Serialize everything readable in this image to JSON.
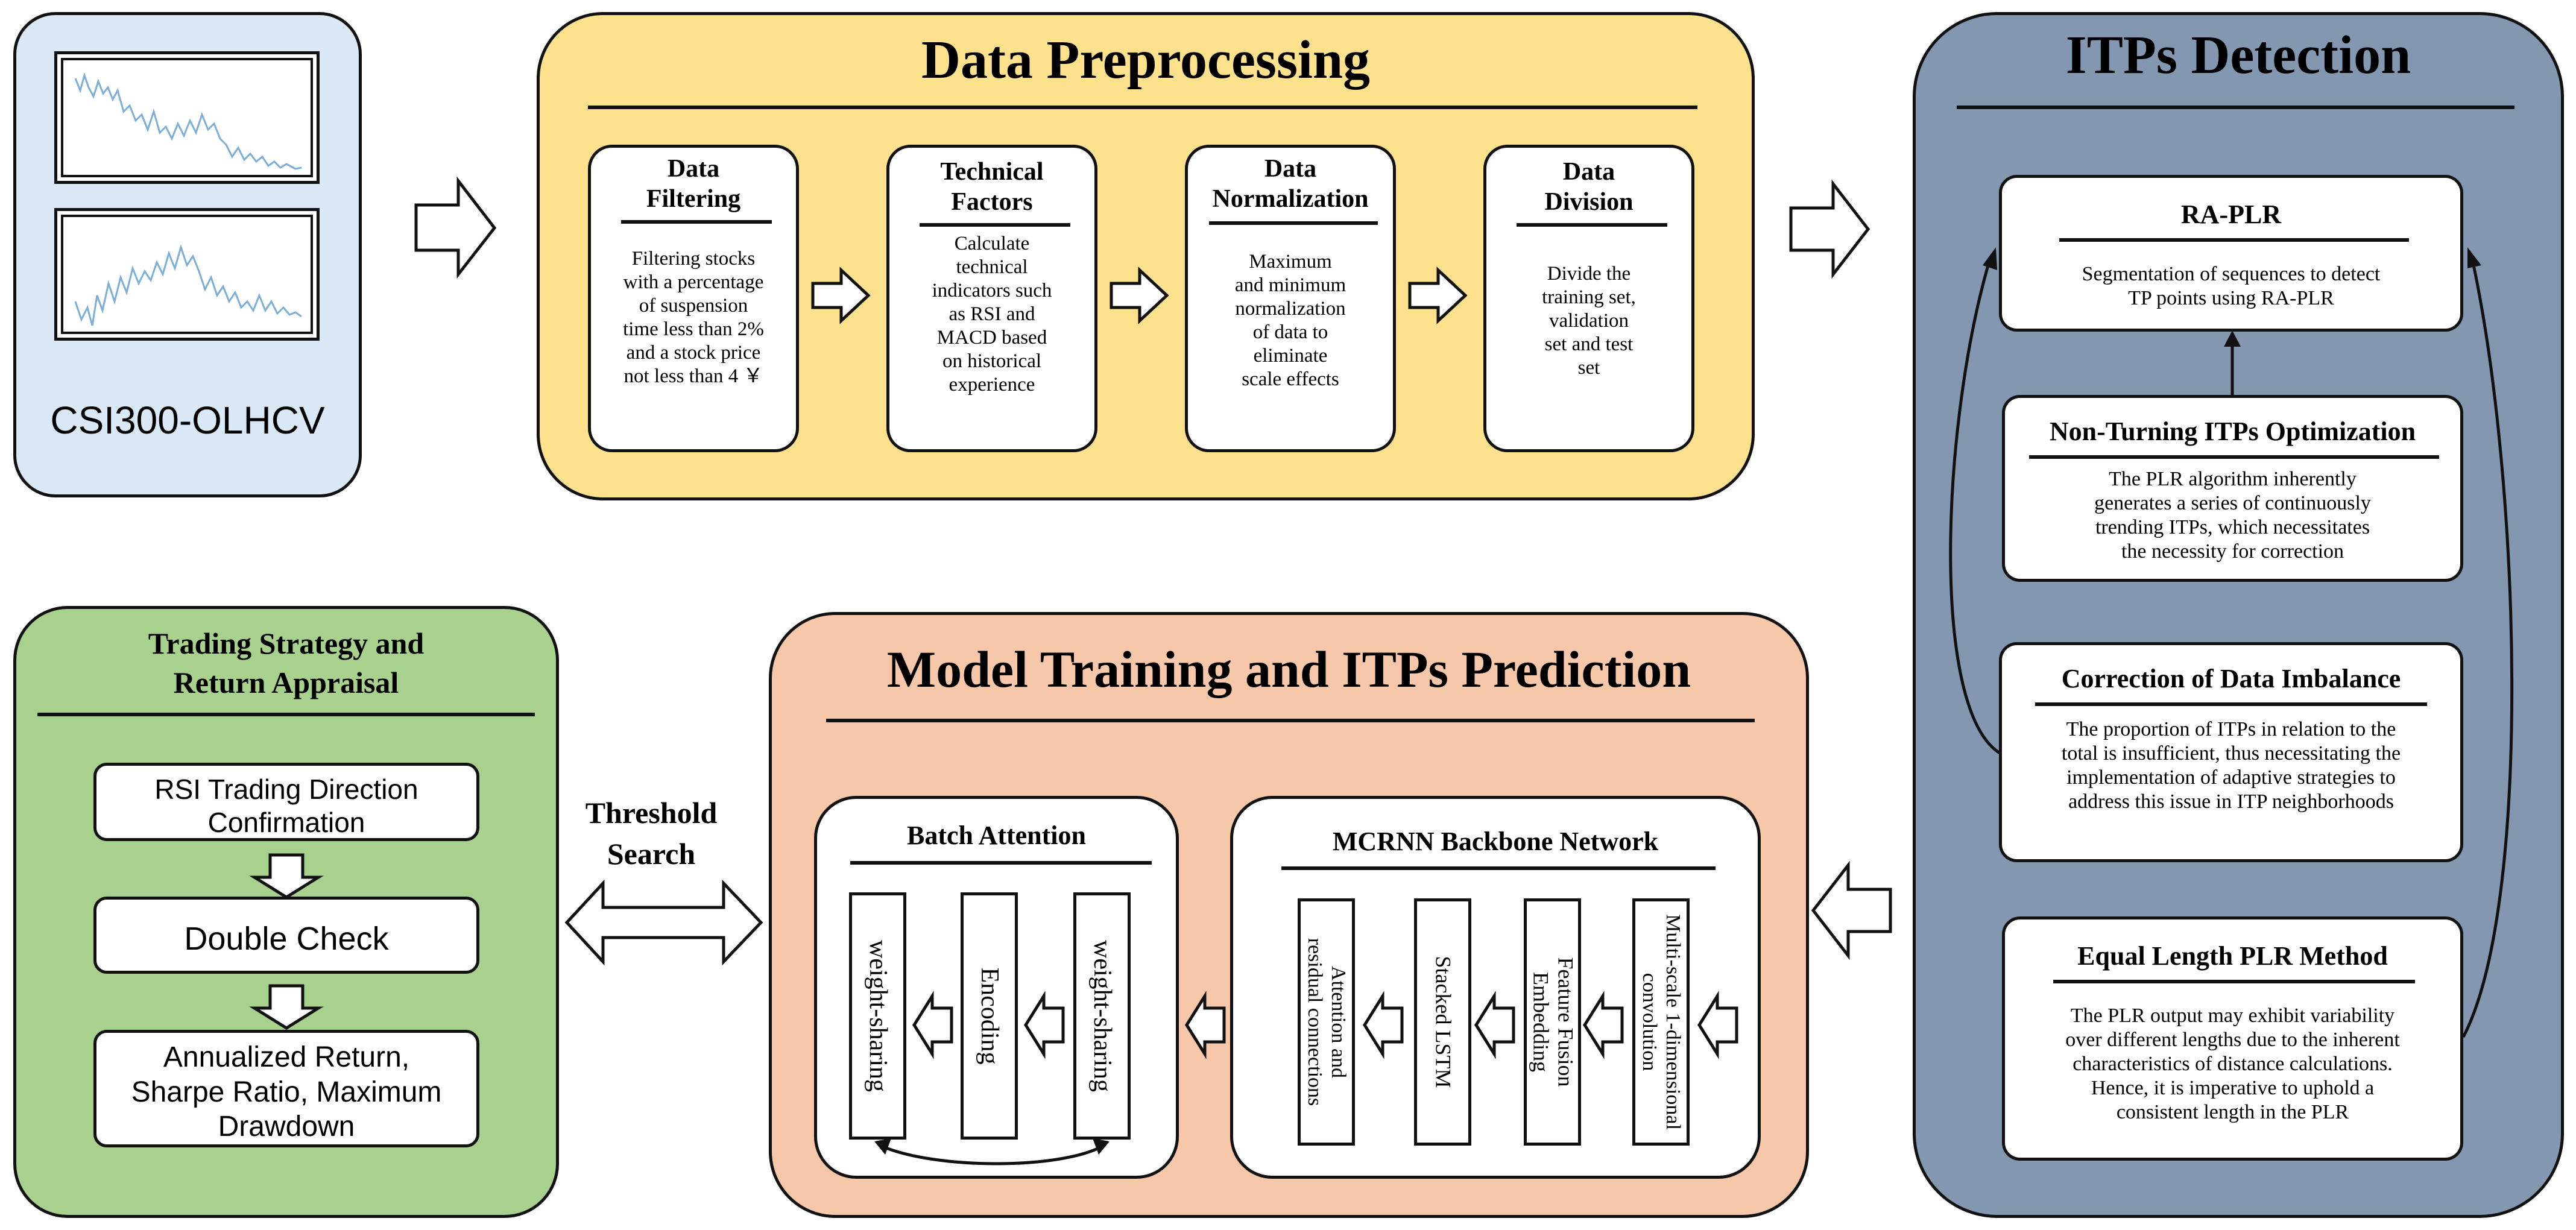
{
  "source": {
    "label": "CSI300-OLHCV"
  },
  "preprocessing": {
    "title": "Data Preprocessing",
    "steps": [
      {
        "title_line1": "Data",
        "title_line2": "Filtering",
        "desc": [
          "Filtering stocks",
          "with a percentage",
          "of suspension",
          "time less than 2%",
          "and a stock price",
          "not less than 4 ￥"
        ]
      },
      {
        "title_line1": "Technical",
        "title_line2": "Factors",
        "desc": [
          "Calculate",
          "technical",
          "indicators such",
          "as RSI and",
          "MACD based",
          "on historical",
          "experience"
        ]
      },
      {
        "title_line1": "Data",
        "title_line2": "Normalization",
        "desc": [
          "Maximum",
          "and minimum",
          "normalization",
          "of data to",
          "eliminate",
          "scale effects"
        ]
      },
      {
        "title_line1": "Data",
        "title_line2": "Division",
        "desc": [
          "Divide the",
          "training set,",
          "validation",
          "set and test",
          "set"
        ]
      }
    ]
  },
  "detection": {
    "title": "ITPs Detection",
    "ra_plr": {
      "title": "RA-PLR",
      "desc": [
        "Segmentation of sequences to detect",
        "TP points using RA-PLR"
      ]
    },
    "non_turning": {
      "title": "Non-Turning ITPs Optimization",
      "desc": [
        "The PLR algorithm inherently",
        "generates a series of continuously",
        "trending ITPs, which necessitates",
        "the necessity for correction"
      ]
    },
    "imbalance": {
      "title": "Correction of Data Imbalance",
      "desc": [
        "The proportion of ITPs in relation to the",
        "total is insufficient, thus necessitating the",
        "implementation of adaptive strategies to",
        "address this issue in ITP neighborhoods"
      ]
    },
    "equal_length": {
      "title": "Equal Length PLR Method",
      "desc": [
        "The PLR output may exhibit variability",
        "over different lengths due to the inherent",
        "characteristics of distance calculations.",
        "Hence, it is imperative to uphold a",
        "consistent length in the PLR"
      ]
    }
  },
  "model": {
    "title": "Model Training and ITPs Prediction",
    "batch_attention": {
      "title": "Batch Attention",
      "layers": [
        "weight-sharing",
        "Encoding",
        "weight-sharing"
      ]
    },
    "backbone": {
      "title": "MCRNN Backbone Network",
      "layers": [
        [
          "Attention and",
          "residual connections"
        ],
        [
          "Stacked LSTM"
        ],
        [
          "Feature Fusion",
          "Embedding"
        ],
        [
          "Multi-scale 1-dimensional",
          "convolution"
        ]
      ]
    }
  },
  "threshold": {
    "line1": "Threshold",
    "line2": "Search"
  },
  "trading": {
    "title_line1": "Trading Strategy and",
    "title_line2": "Return Appraisal",
    "steps": [
      [
        "RSI Trading Direction",
        "Confirmation"
      ],
      [
        "Double Check"
      ],
      [
        "Annualized Return,",
        "Sharpe Ratio, Maximum",
        "Drawdown"
      ]
    ]
  },
  "colors": {
    "source_bg": "#dbe9f6",
    "preprocessing_bg": "#fde18c",
    "detection_bg": "#8497b0",
    "model_bg": "#f6c7a8",
    "trading_bg": "#a9d18e",
    "price_line": "#7aaedb"
  }
}
